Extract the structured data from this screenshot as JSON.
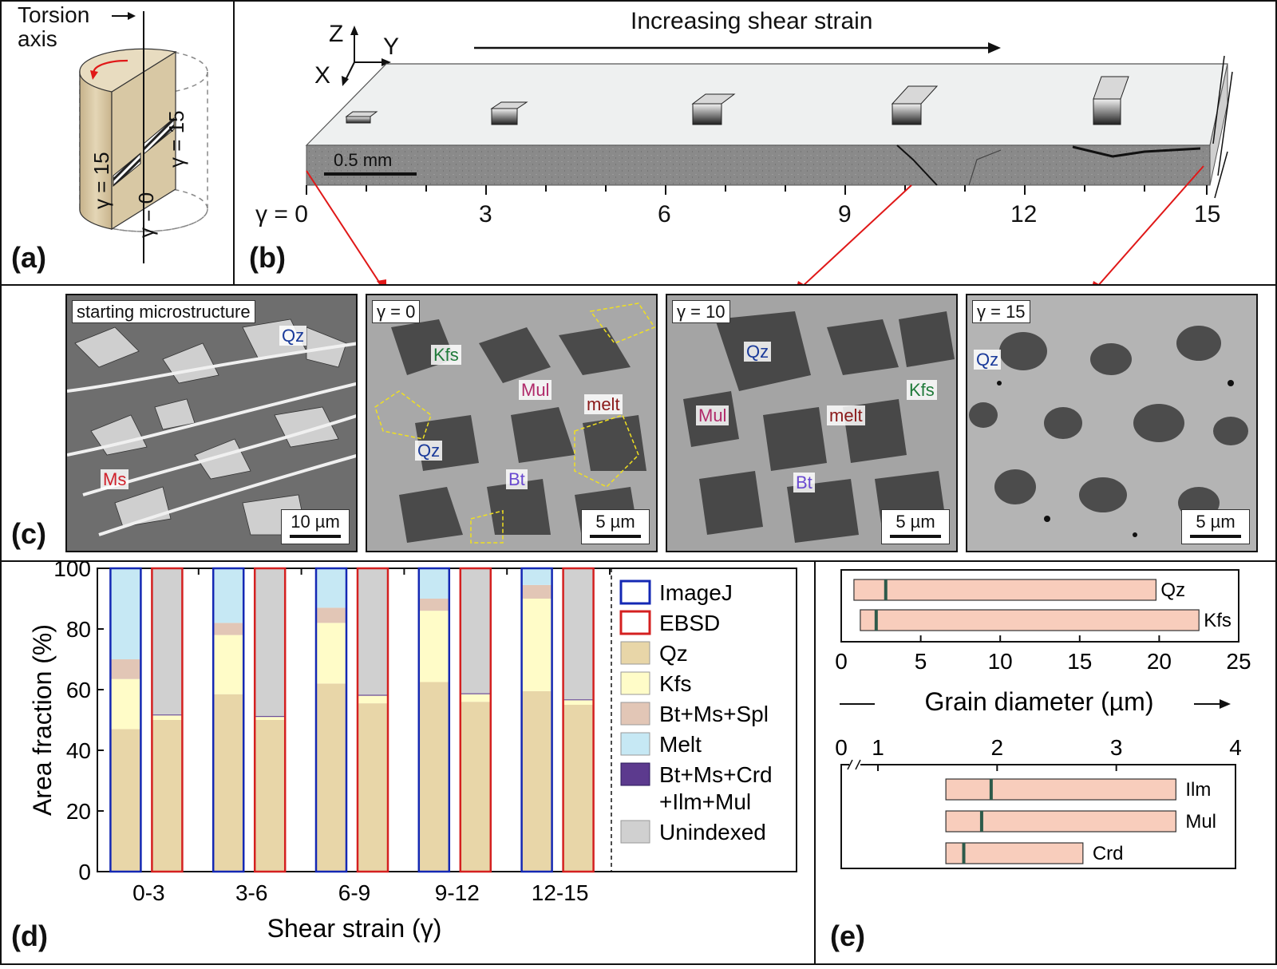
{
  "panel_a": {
    "label": "(a)",
    "torsion_axis": "Torsion\naxis",
    "gamma_labels": [
      "γ = 15",
      "γ = 0",
      "γ = 15"
    ]
  },
  "panel_b": {
    "label": "(b)",
    "title": "Increasing shear strain",
    "axes": {
      "z": "Z",
      "y": "Y",
      "x": "X"
    },
    "scale": "0.5 mm",
    "gamma_prefix": "γ = 0",
    "ticks": [
      "3",
      "6",
      "9",
      "12",
      "15"
    ]
  },
  "panel_c": {
    "label": "(c)",
    "images": [
      {
        "tag": "starting microstructure",
        "scale": "10 µm",
        "labels": [
          {
            "text": "Qz",
            "color": "#1a3a9a"
          },
          {
            "text": "Ms",
            "color": "#d0202a"
          }
        ]
      },
      {
        "tag": "γ = 0",
        "scale": "5 µm",
        "labels": [
          {
            "text": "Kfs",
            "color": "#207a3a"
          },
          {
            "text": "Mul",
            "color": "#b02a6a"
          },
          {
            "text": "melt",
            "color": "#8a1a1a"
          },
          {
            "text": "Qz",
            "color": "#1a3a9a"
          },
          {
            "text": "Bt",
            "color": "#6a4ad0"
          }
        ]
      },
      {
        "tag": "γ = 10",
        "scale": "5 µm",
        "labels": [
          {
            "text": "Qz",
            "color": "#1a3a9a"
          },
          {
            "text": "Kfs",
            "color": "#207a3a"
          },
          {
            "text": "Mul",
            "color": "#b02a6a"
          },
          {
            "text": "melt",
            "color": "#8a1a1a"
          },
          {
            "text": "Bt",
            "color": "#6a4ad0"
          }
        ]
      },
      {
        "tag": "γ = 15",
        "scale": "5 µm",
        "labels": [
          {
            "text": "Qz",
            "color": "#1a3a9a"
          }
        ]
      }
    ]
  },
  "panel_d": {
    "label": "(d)"
  },
  "panel_e": {
    "label": "(e)"
  },
  "chart_data": [
    {
      "type": "bar",
      "stacked": true,
      "ylabel": "Area fraction (%)",
      "xlabel": "Shear strain (γ)",
      "ylim": [
        0,
        100
      ],
      "yticks": [
        "0",
        "20",
        "40",
        "60",
        "80",
        "100"
      ],
      "categories": [
        "0-3",
        "3-6",
        "6-9",
        "9-12",
        "12-15"
      ],
      "methods": [
        {
          "name": "ImageJ",
          "outline": "#1428b4"
        },
        {
          "name": "EBSD",
          "outline": "#d42020"
        }
      ],
      "legend": [
        {
          "name": "ImageJ",
          "kind": "outline",
          "color": "#1428b4"
        },
        {
          "name": "EBSD",
          "kind": "outline",
          "color": "#d42020"
        },
        {
          "name": "Qz",
          "kind": "fill",
          "color": "#e8d6a8"
        },
        {
          "name": "Kfs",
          "kind": "fill",
          "color": "#fffcc8"
        },
        {
          "name": "Bt+Ms+Spl",
          "kind": "fill",
          "color": "#e2c6b6"
        },
        {
          "name": "Melt",
          "kind": "fill",
          "color": "#c6e8f4"
        },
        {
          "name": "Bt+Ms+Crd\n+Ilm+Mul",
          "kind": "fill",
          "color": "#5c3a8e"
        },
        {
          "name": "Unindexed",
          "kind": "fill",
          "color": "#d0d0d0"
        }
      ],
      "series": [
        {
          "name": "ImageJ",
          "Qz": [
            47,
            58.5,
            62,
            62.5,
            59.5
          ],
          "Kfs": [
            16.5,
            19.5,
            20,
            23.5,
            30.5
          ],
          "Bt+Ms+Spl": [
            6.5,
            4,
            5,
            4,
            4.5
          ],
          "Melt": [
            30,
            18,
            13,
            10,
            5.5
          ]
        },
        {
          "name": "EBSD",
          "Qz": [
            50,
            50,
            55.5,
            56,
            55
          ],
          "Kfs": [
            1.5,
            1,
            2.5,
            2.5,
            1.5
          ],
          "Bt+Ms+Crd+Ilm+Mul": [
            0.3,
            0.3,
            0.3,
            0.3,
            0.3
          ],
          "Unindexed": [
            48.2,
            48.7,
            41.7,
            41.2,
            43.2
          ]
        }
      ]
    },
    {
      "type": "range",
      "xlabel": "Grain diameter (µm)",
      "xlim": [
        0,
        25
      ],
      "xticks": [
        "0",
        "5",
        "10",
        "15",
        "20",
        "25"
      ],
      "bars": [
        {
          "mineral": "Qz",
          "min": 0.8,
          "max": 19.8,
          "median": 2.8
        },
        {
          "mineral": "Kfs",
          "min": 1.2,
          "max": 22.5,
          "median": 2.2
        }
      ],
      "bar_color": "#f8cdbc",
      "median_color": "#2d5a4a"
    },
    {
      "type": "range",
      "xlim": [
        0,
        4
      ],
      "axis_break": true,
      "xticks": [
        "0",
        "1",
        "2",
        "3",
        "4"
      ],
      "bars": [
        {
          "mineral": "Ilm",
          "min": 1.57,
          "max": 3.5,
          "median": 1.95
        },
        {
          "mineral": "Mul",
          "min": 1.57,
          "max": 3.5,
          "median": 1.87
        },
        {
          "mineral": "Crd",
          "min": 1.57,
          "max": 2.72,
          "median": 1.72
        }
      ],
      "bar_color": "#f8cdbc",
      "median_color": "#2d5a4a"
    }
  ]
}
